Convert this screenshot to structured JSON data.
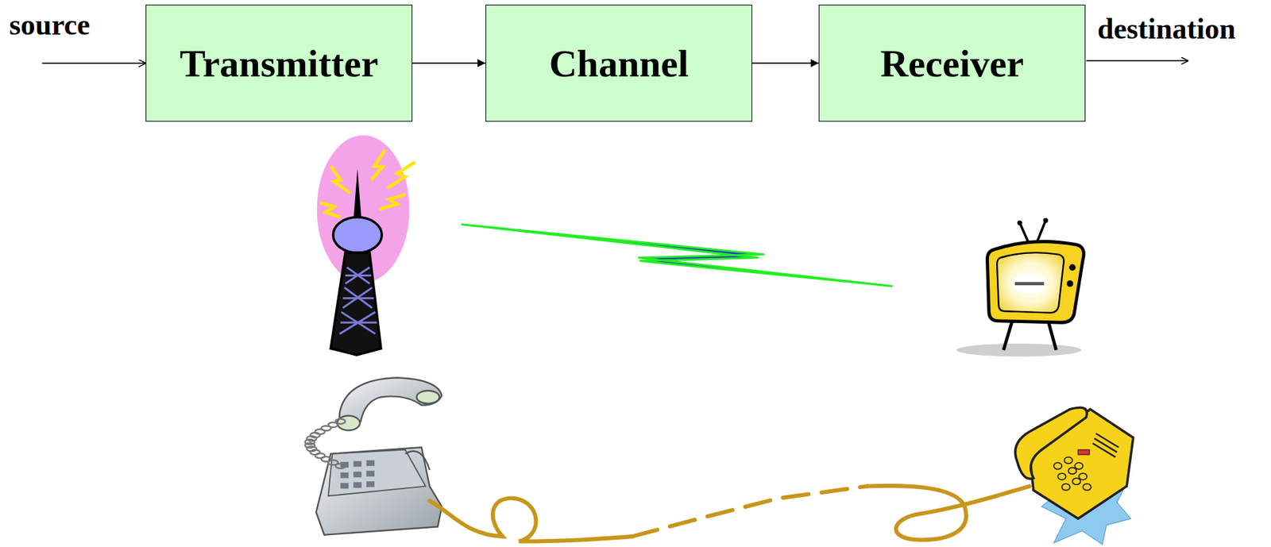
{
  "diagram": {
    "nodes": [
      {
        "text": [
          "Transmitter"
        ]
      },
      {
        "text": [
          "Channel"
        ]
      },
      {
        "text": [
          "Receiver"
        ]
      }
    ],
    "edges": [
      {
        "from": 0,
        "to": 1,
        "arrow": "to"
      },
      {
        "from": 1,
        "to": 2,
        "arrow": "to"
      }
    ],
    "labels": [
      "source",
      "destination"
    ]
  }
}
